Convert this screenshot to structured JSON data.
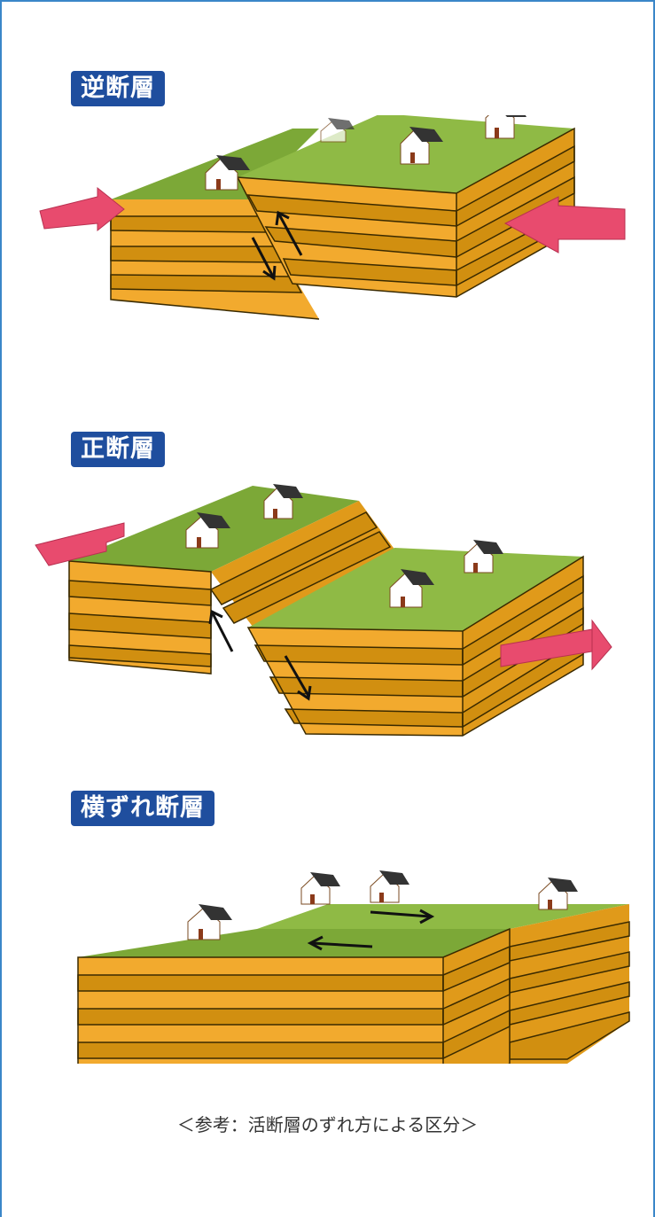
{
  "labels": {
    "reverse_fault": "逆断層",
    "normal_fault": "正断層",
    "strike_slip_fault": "横ずれ断層"
  },
  "caption": "＜参考：活断層のずれ方による区分＞",
  "colors": {
    "frame": "#3a86c8",
    "label_bg": "#1f4e9e",
    "label_text": "#ffffff",
    "ground_top": "#7ca837",
    "ground_top_light": "#8fba45",
    "layer_light": "#f2aa2e",
    "layer_dark": "#d18f10",
    "arrow_pink": "#e84b6e",
    "movement_arrow": "#111111"
  },
  "icons": [
    "house-icon",
    "compression-arrow-icon",
    "tension-arrow-icon",
    "slip-arrow-icon"
  ]
}
